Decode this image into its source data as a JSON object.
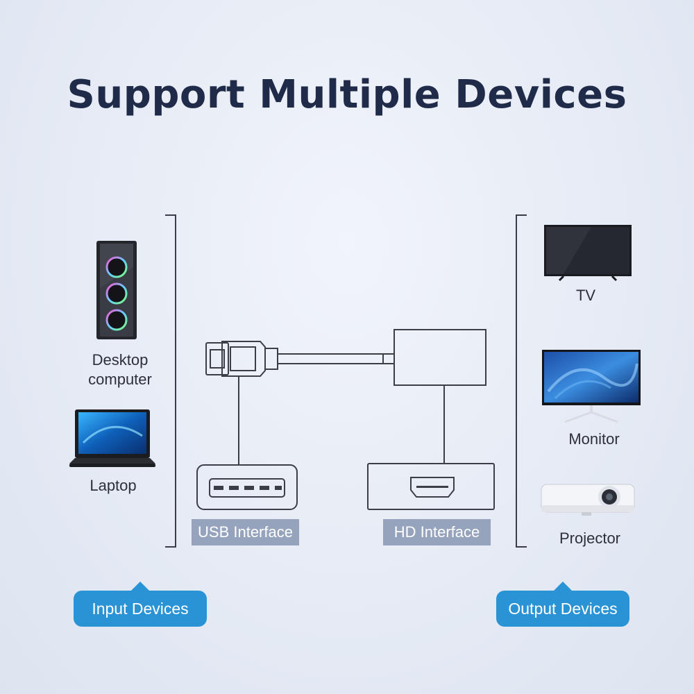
{
  "title": "Support Multiple Devices",
  "input_devices": {
    "desktop_label_line1": "Desktop",
    "desktop_label_line2": "computer",
    "laptop_label": "Laptop"
  },
  "output_devices": {
    "tv_label": "TV",
    "monitor_label": "Monitor",
    "projector_label": "Projector"
  },
  "interfaces": {
    "usb_label": "USB Interface",
    "hd_label": "HD Interface"
  },
  "callouts": {
    "input_label": "Input Devices",
    "output_label": "Output Devices"
  },
  "colors": {
    "title": "#1f2b48",
    "callout": "#2a93d6",
    "chip": "#96a3bd"
  }
}
